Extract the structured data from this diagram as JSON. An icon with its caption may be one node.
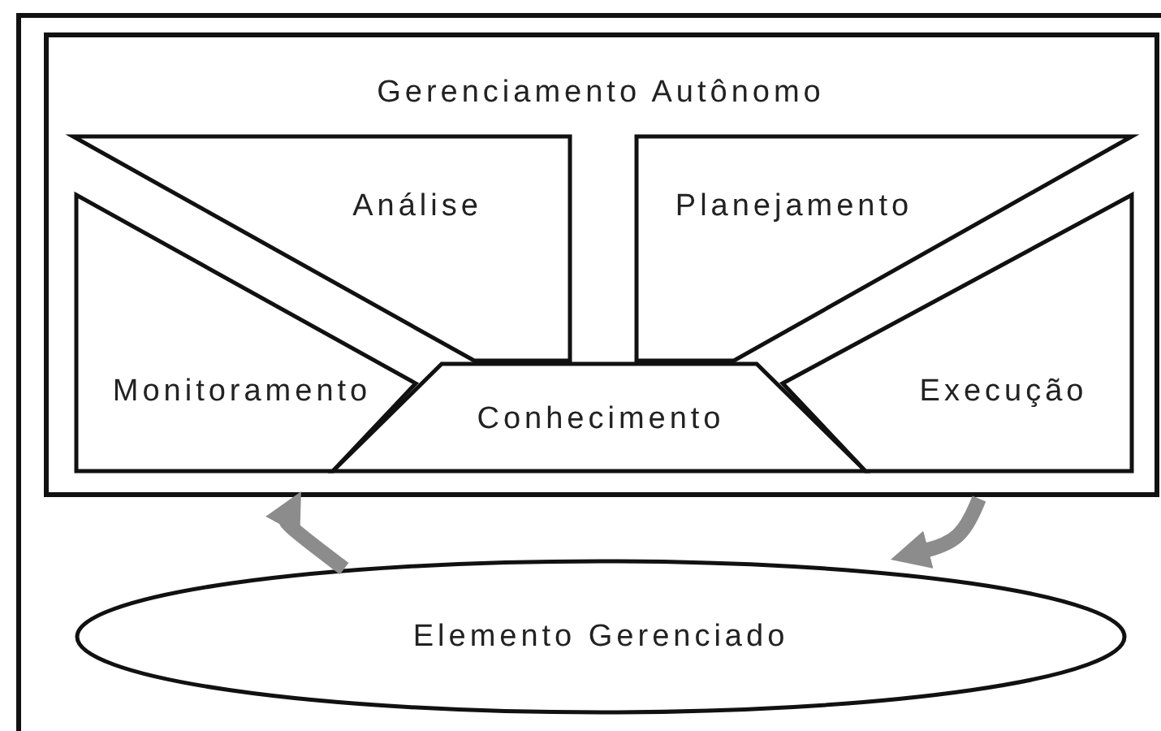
{
  "diagram": {
    "nodes": [
      {
        "text": [
          "Gerenciamento Autônomo"
        ]
      },
      {
        "text": [
          "Análise"
        ],
        "in": 0
      },
      {
        "text": [
          "Planejamento"
        ],
        "in": 0
      },
      {
        "text": [
          "Monitoramento"
        ],
        "in": 0
      },
      {
        "text": [
          "Conhecimento"
        ],
        "in": 0
      },
      {
        "text": [
          "Execução"
        ],
        "in": 0
      },
      {
        "text": [
          "Elemento Gerenciado"
        ]
      }
    ],
    "edges": [
      {
        "from": 6,
        "to": 0,
        "arrow": "to"
      },
      {
        "from": 0,
        "to": 6,
        "arrow": "to"
      }
    ]
  }
}
